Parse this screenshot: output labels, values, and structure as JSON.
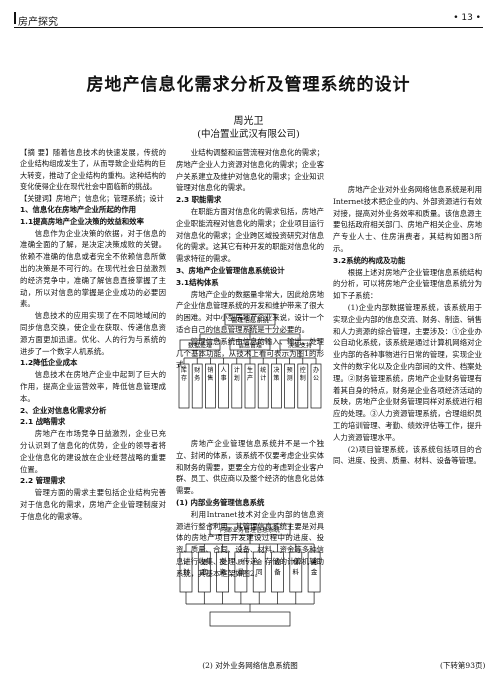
{
  "header": {
    "section": "房产探究",
    "page": "• 13 •"
  },
  "article": {
    "title": "房地产信息化需求分析及管理系统的设计",
    "author": "周光卫",
    "affiliation": "(中冶置业武汉有限公司)"
  },
  "col1": [
    "【摘 要】随着信息技术的快速发展，传统的企业结构组成发生了，从而导致企业结构的巨大转变，推动了企业结构的重构。这种结构的变化使得企业在现代社会中面临新的挑战。",
    "【关键词】房地产；信息化；管理系统；设计",
    "1、信息化在房地产企业所起的作用",
    "1.1提高房地产企业决策的效益和效率",
    "信息作为企业决策的依据，对于信息的准确全面的了解，是决定决策成败的关键。依赖不准确的信息或者完全不依赖信息所做出的决策是不可行的。在现代社会日益激烈的经济竞争中，准确了解信息直接掌握了主动，所以对信息的掌握是企业成功的必要因素。",
    "信息技术的应用实现了在不同地域间的同步信息交换，使企业在获取、传递信息资源方面更加迅速。优化、人的行为与系统的进步了一个数字人机系统。",
    "1.2降低企业成本",
    "信息技术在房地产企业中起到了巨大的作用，提高企业运营效率，降低信息管理成本。",
    "2、企业对信息化需求分析",
    "2.1 战略需求",
    "房地产在市场竞争日益激烈，企业已充分认识到了信息化的优势，企业的领导者将企业信息化的建设放在企业经营战略的重要位置。",
    "2.2 管理需求",
    "管理方面的需求主要包括企业结构完善对于信息化的需求，房地产企业管理制度对于信息化的需求等。"
  ],
  "col2": [
    "业结构调整和运营流程对信息化的需求；房地产企业人力资源对信息化的需求；企业客户关系建立及维护对信息化的需求；企业知识管理对信息化的需求。",
    "2.3 职能需求",
    "在职能方面对信息化的需求包括，房地产企业职能流程对信息化的需求；企业项目运行对信息化的需求；企业跨区域投资研究对信息化的需求。这其它有种开发的职能对信息化的需求特征的需求。",
    "3、房地产企业管理信息系统设计",
    "3.1结构体系",
    "房地产企业的数据量非常大，因此给房地产企业信息管理系统的开发和维护带来了很大的困难。对中小型房地产企业来说，设计一个适合自己的信息管理系统是十分必要的。",
    "管理信息系统由信息的输入、输出、处理几个基本功能，从技术上看可表示为图1的形式。"
  ],
  "col2b": [
    "房地产企业管理信息系统并不是一个独立、封闭的体系，该系统不仅要考虑企业实体和财务的需要，更要全方位的考虑到企业客户群、员工、供应商以及整个经济的信息化总体需要。",
    "(1) 内部业务管理信息系统",
    "利用Intranet技术对企业内部的信息资源进行整合利用，其管理信息系统主要是对具体的房地产项目开发建设过程中的进度、投资、质量、合同、设备、材料、资金等多种信息进行收集、处理、传递、存储的计算机辅助系统，其基本框架如图2。"
  ],
  "col3": [
    "房地产企业对外业务网络信息系统是利用Internet技术把企业的内、外部资源进行有效对接，提高对外业务效率和质量。该信息源主要包括政府相关部门、房地产相关企业、房地产专业人士、住房消费者，其结构如图3所示。",
    "3.2系统的构成及功能",
    "根据上述对房地产企业管理信息系统结构的分析，可以将房地产企业管理信息系统分为如下子系统：",
    "(1)企业内部数据管理系统，该系统用于实现企业内部的信息交流、财务、制造、销售和人力资源的综合管理，主要涉及：①企业办公自动化系统，该系统是通过计算机网络对企业内部的各种事物进行日常的管理，实现企业文件的数字化以及企业内部间的文件、档案处理。②财务管理系统，房地产企业财务管理有着其自身的特点，财务是企业各项经济活动的反映，房地产企业财务管理同样对系统进行相应的处理。③人力资源管理系统，合理组织员工的培训管理、考勤、绩效评估等工作，提升人力资源管理水平。",
    "(2)项目管理系统，该系统包括项目的合同、进度、投资、质量、材料、设备等管理。"
  ],
  "figures": {
    "fig1": {
      "top": "管理信息系统",
      "mid": [
        "数据处理",
        "信息管理",
        "决策支持"
      ],
      "bottom": [
        "库存",
        "财务",
        "销售",
        "人事",
        "计划",
        "生产",
        "统计",
        "决策",
        "预测",
        "控制",
        "办公"
      ]
    },
    "fig2": {
      "top": "内部业务管理信息系统",
      "boxes": [
        "计划",
        "进度",
        "投资",
        "质量",
        "合同",
        "设备",
        "材料",
        "资金"
      ],
      "caption": "(2) 对外业务网络信息系统图"
    },
    "next_page": "(下转第93页)"
  }
}
